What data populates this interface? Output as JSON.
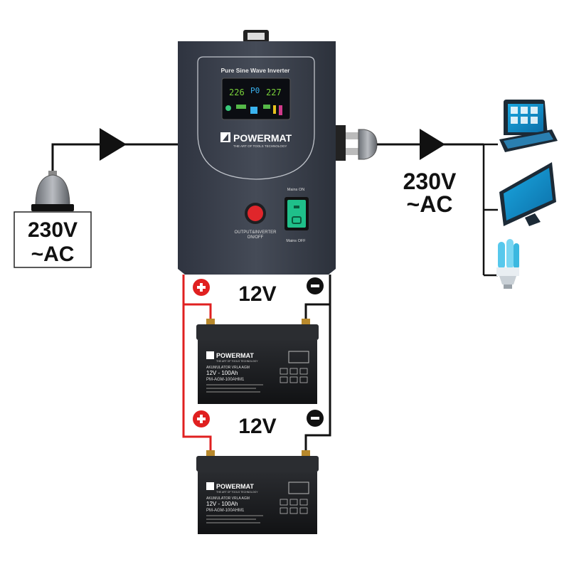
{
  "input": {
    "line1": "230V",
    "line2": "~AC"
  },
  "output": {
    "line1": "230V",
    "line2": "~AC"
  },
  "inverter": {
    "title": "Pure Sine Wave Inverter",
    "brand": "POWERMAT",
    "tagline": "THE ART OF TOOLS TECHNOLOGY",
    "display_in": "226",
    "display_mode": "P0",
    "display_out": "227",
    "button_label_1": "OUTPUT&INVERTER",
    "button_label_2": "ON/OFF",
    "mains_on": "Mains ON",
    "mains_off": "Mains OFF"
  },
  "batteries": [
    {
      "voltage_label": "12V",
      "brand": "POWERMAT",
      "tagline": "THE ART OF TOOLS TECHNOLOGY",
      "type": "AKUMULATOR VRLA AGM",
      "rating": "12V - 100Ah",
      "model": "PM-AGM-100AHM1"
    },
    {
      "voltage_label": "12V",
      "brand": "POWERMAT",
      "tagline": "THE ART OF TOOLS TECHNOLOGY",
      "type": "AKUMULATOR VRLA AGM",
      "rating": "12V - 100Ah",
      "model": "PM-AGM-100AHM1"
    }
  ],
  "icons": [
    "plug-icon",
    "arrow-icon",
    "laptop-icon",
    "monitor-icon",
    "bulb-icon",
    "plus-icon",
    "minus-icon"
  ],
  "colors": {
    "positive_wire": "#e02020",
    "negative_wire": "#111111",
    "device_blue": "#1e9fd6",
    "inverter_body": "#3a3f4a"
  }
}
